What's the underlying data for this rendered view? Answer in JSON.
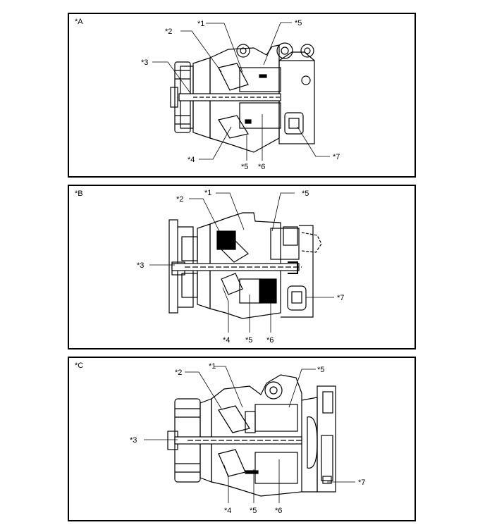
{
  "panels": [
    {
      "tag": "*A",
      "labels": {
        "l1": "*1",
        "l2": "*2",
        "l3": "*3",
        "l4": "*4",
        "l5a": "*5",
        "l5b": "*5",
        "l6": "*6",
        "l7": "*7"
      }
    },
    {
      "tag": "*B",
      "labels": {
        "l1": "*1",
        "l2": "*2",
        "l3": "*3",
        "l4": "*4",
        "l5a": "*5",
        "l5b": "*5",
        "l6": "*6",
        "l7": "*7"
      }
    },
    {
      "tag": "*C",
      "labels": {
        "l1": "*1",
        "l2": "*2",
        "l3": "*3",
        "l4": "*4",
        "l5a": "*5",
        "l5b": "*5",
        "l6": "*6",
        "l7": "*7"
      }
    }
  ]
}
